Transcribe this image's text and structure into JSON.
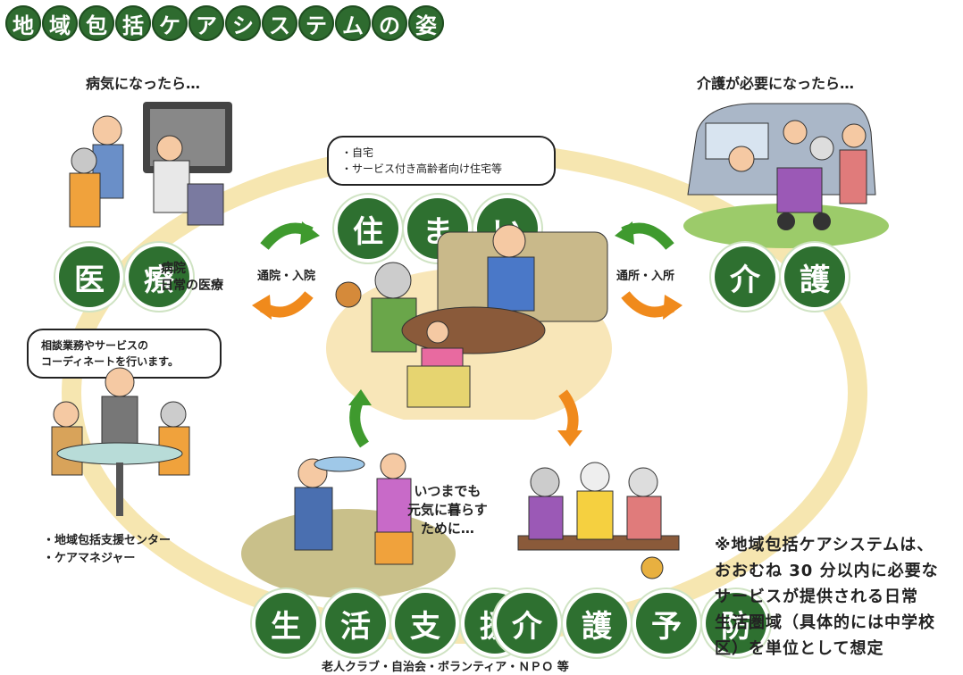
{
  "title_chars": [
    "地",
    "域",
    "包",
    "括",
    "ケ",
    "ア",
    "シ",
    "ス",
    "テ",
    "ム",
    "の",
    "姿"
  ],
  "heading_medical": "病気になったら…",
  "heading_care": "介護が必要になったら…",
  "housing": {
    "chars": [
      "住",
      "ま",
      "い"
    ],
    "bubble_line1": "・自宅",
    "bubble_line2": "・サービス付き高齢者向け住宅等"
  },
  "medical": {
    "chars": [
      "医",
      "療"
    ],
    "desc_line1": "病院",
    "desc_line2": "日常の医療",
    "arrow_label": "通院・入院"
  },
  "care": {
    "chars": [
      "介",
      "護"
    ],
    "arrow_label": "通所・入所"
  },
  "center": {
    "bubble_line1": "相談業務やサービスの",
    "bubble_line2": "コーディネートを行います。",
    "item1": "・地域包括支援センター",
    "item2": "・ケアマネジャー"
  },
  "living_support": {
    "chars": [
      "生",
      "活",
      "支",
      "援"
    ]
  },
  "prevention": {
    "chars": [
      "介",
      "護",
      "予",
      "防"
    ]
  },
  "slogan_line1": "いつまでも",
  "slogan_line2": "元気に暮らす",
  "slogan_line3": "ために…",
  "footer": "老人クラブ・自治会・ボランティア・ＮＰＯ 等",
  "note_lines": [
    "※地域包括ケアシステムは、",
    "おおむね 30 分以内に必要な",
    "サービスが提供される日常",
    "生活圏域（具体的には中学校",
    "区）を単位として想定"
  ],
  "colors": {
    "green": "#2e7030",
    "ring": "#f6e6b0",
    "arrow_green": "#3f9a2e",
    "arrow_orange": "#f08a1c"
  }
}
